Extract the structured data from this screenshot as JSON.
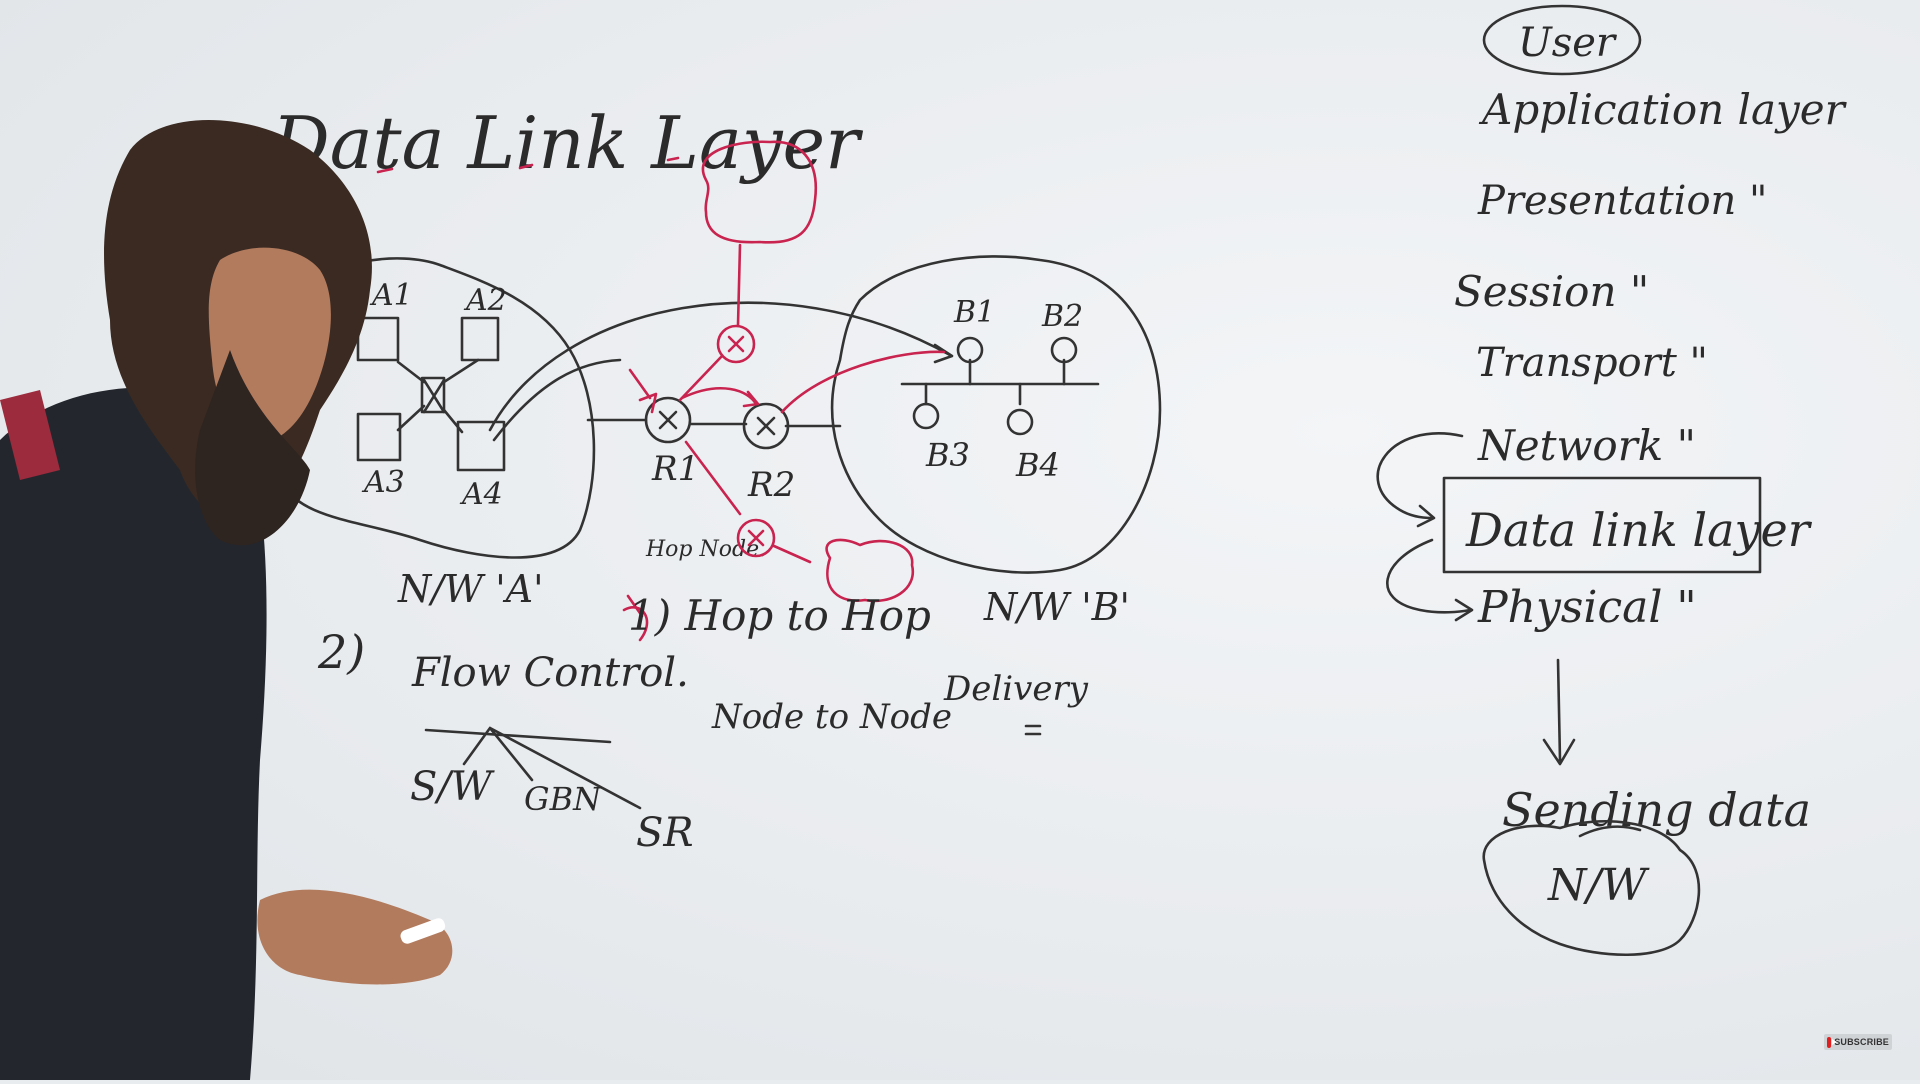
{
  "title": "Data Link Layer",
  "network_a": {
    "label": "N/W 'A'",
    "hosts": [
      "A1",
      "A2",
      "A3",
      "A4"
    ]
  },
  "network_b": {
    "label": "N/W 'B'",
    "hosts": [
      "B1",
      "B2",
      "B3",
      "B4"
    ]
  },
  "routers": {
    "r1": "R1",
    "r2": "R2",
    "hop_node": "Hop Node."
  },
  "points": {
    "hop_to_hop": "1) Hop to Hop",
    "node_to_node": "Node to Node",
    "delivery": "Delivery",
    "flow_number": "2)",
    "flow_control": "Flow Control.",
    "flow_methods": [
      "S/W",
      "GBN",
      "SR"
    ]
  },
  "osi": {
    "user": "User",
    "layers": [
      "Application layer",
      "Presentation \"",
      "Session \"",
      "Transport \"",
      "Network \"",
      "Data link layer",
      "Physical \""
    ],
    "sending_data": "Sending data",
    "cloud_label": "N/W"
  },
  "overlay": {
    "subscribe": "SUBSCRIBE"
  },
  "colors": {
    "ink": "#2b2b2b",
    "red_marker": "#c9234f",
    "board": "#e9ecef"
  }
}
